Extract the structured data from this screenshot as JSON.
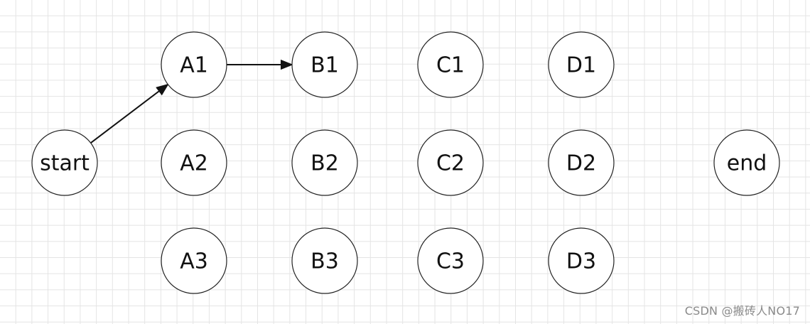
{
  "diagram": {
    "nodes": [
      {
        "id": "start",
        "label": "start"
      },
      {
        "id": "A1",
        "label": "A1"
      },
      {
        "id": "A2",
        "label": "A2"
      },
      {
        "id": "A3",
        "label": "A3"
      },
      {
        "id": "B1",
        "label": "B1"
      },
      {
        "id": "B2",
        "label": "B2"
      },
      {
        "id": "B3",
        "label": "B3"
      },
      {
        "id": "C1",
        "label": "C1"
      },
      {
        "id": "C2",
        "label": "C2"
      },
      {
        "id": "C3",
        "label": "C3"
      },
      {
        "id": "D1",
        "label": "D1"
      },
      {
        "id": "D2",
        "label": "D2"
      },
      {
        "id": "D3",
        "label": "D3"
      },
      {
        "id": "end",
        "label": "end"
      }
    ],
    "edges": [
      {
        "from": "start",
        "to": "A1"
      },
      {
        "from": "A1",
        "to": "B1"
      }
    ],
    "colors": {
      "stroke": "#222222",
      "grid": "#e4e4e4",
      "background": "#ffffff"
    }
  },
  "watermark": "CSDN @搬砖人NO17"
}
